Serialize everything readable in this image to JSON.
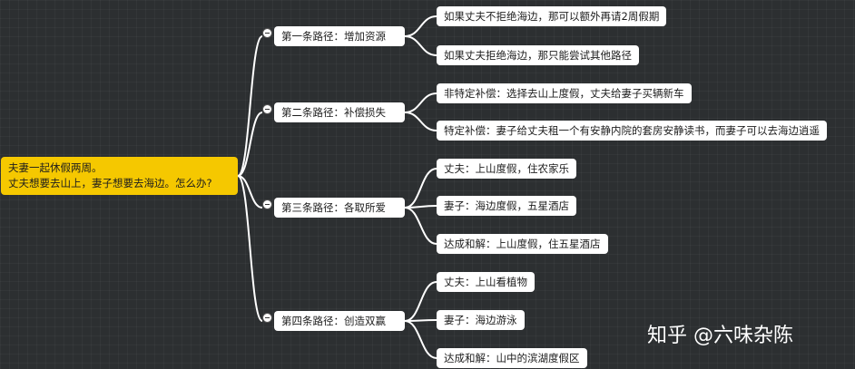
{
  "root": {
    "line1": "夫妻一起休假两周。",
    "line2": "丈夫想要去山上，妻子想要去海边。怎么办?"
  },
  "branches": [
    {
      "label": "第一条路径：增加资源",
      "children": [
        "如果丈夫不拒绝海边，那可以额外再请2周假期",
        "如果丈夫拒绝海边，那只能尝试其他路径"
      ]
    },
    {
      "label": "第二条路径：补偿损失",
      "children": [
        "非特定补偿：选择去山上度假，丈夫给妻子买辆新车",
        "特定补偿：妻子给丈夫租一个有安静内院的套房安静读书，而妻子可以去海边逍遥"
      ]
    },
    {
      "label": "第三条路径：各取所爱",
      "children": [
        "丈夫：上山度假，住农家乐",
        "妻子：海边度假，五星酒店",
        "达成和解：上山度假，住五星酒店"
      ]
    },
    {
      "label": "第四条路径：创造双赢",
      "children": [
        "丈夫：上山看植物",
        "妻子：海边游泳",
        "达成和解：山中的滨湖度假区"
      ]
    }
  ],
  "watermark": "知乎 @六味杂陈",
  "colors": {
    "background": "#2c2f31",
    "root_fill": "#f5c800",
    "node_fill": "#ffffff",
    "link": "#ffffff"
  }
}
